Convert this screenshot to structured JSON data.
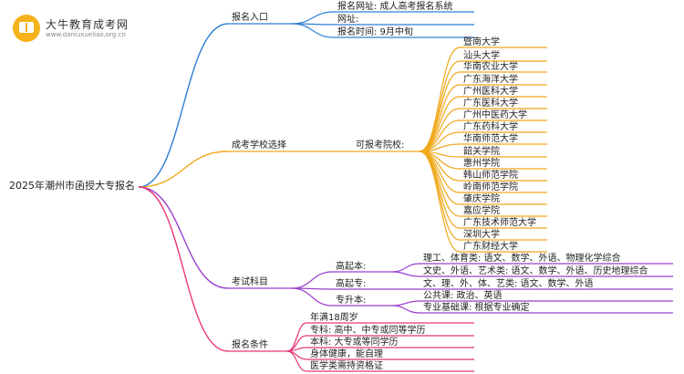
{
  "logo": {
    "name": "大牛教育成考网",
    "url": "www.daniuxueliao.org.cn"
  },
  "root": "2025年潮州市函授大专报名",
  "colors": {
    "baoming": "#2f7fd6",
    "school": "#f0a81a",
    "subject": "#9b3fd0",
    "condition": "#e8357a"
  },
  "branches": {
    "baoming": {
      "label": "报名入口",
      "items": [
        "报名网址: 成人高考报名系统",
        "网址:",
        "报名时间: 9月中旬"
      ]
    },
    "school": {
      "label": "成考学校选择",
      "sub": "可报考院校:",
      "items": [
        "暨南大学",
        "汕头大学",
        "华南农业大学",
        "广东海洋大学",
        "广州医科大学",
        "广东医科大学",
        "广州中医药大学",
        "广东药科大学",
        "华南师范大学",
        "韶关学院",
        "惠州学院",
        "韩山师范学院",
        "岭南师范学院",
        "肇庆学院",
        "嘉应学院",
        "广东技术师范大学",
        "深圳大学",
        "广东财经大学"
      ]
    },
    "subject": {
      "label": "考试科目",
      "groups": [
        {
          "label": "高起本:",
          "items": [
            "理工、体育类: 语文、数学、外语、物理化学综合",
            "文史、外语、艺术类: 语文、数学、外语、历史地理综合"
          ]
        },
        {
          "label": "高起专:",
          "items": [
            "文、理、外、体、艺类: 语文、数学、外语"
          ]
        },
        {
          "label": "专升本:",
          "items": [
            "公共课: 政治、英语",
            "专业基础课: 根据专业确定"
          ]
        }
      ]
    },
    "condition": {
      "label": "报名条件",
      "items": [
        "年满18周岁",
        "专科: 高中、中专或同等学历",
        "本科: 大专或等同学历",
        "身体健康，能自理",
        "医学类需持资格证"
      ]
    }
  }
}
